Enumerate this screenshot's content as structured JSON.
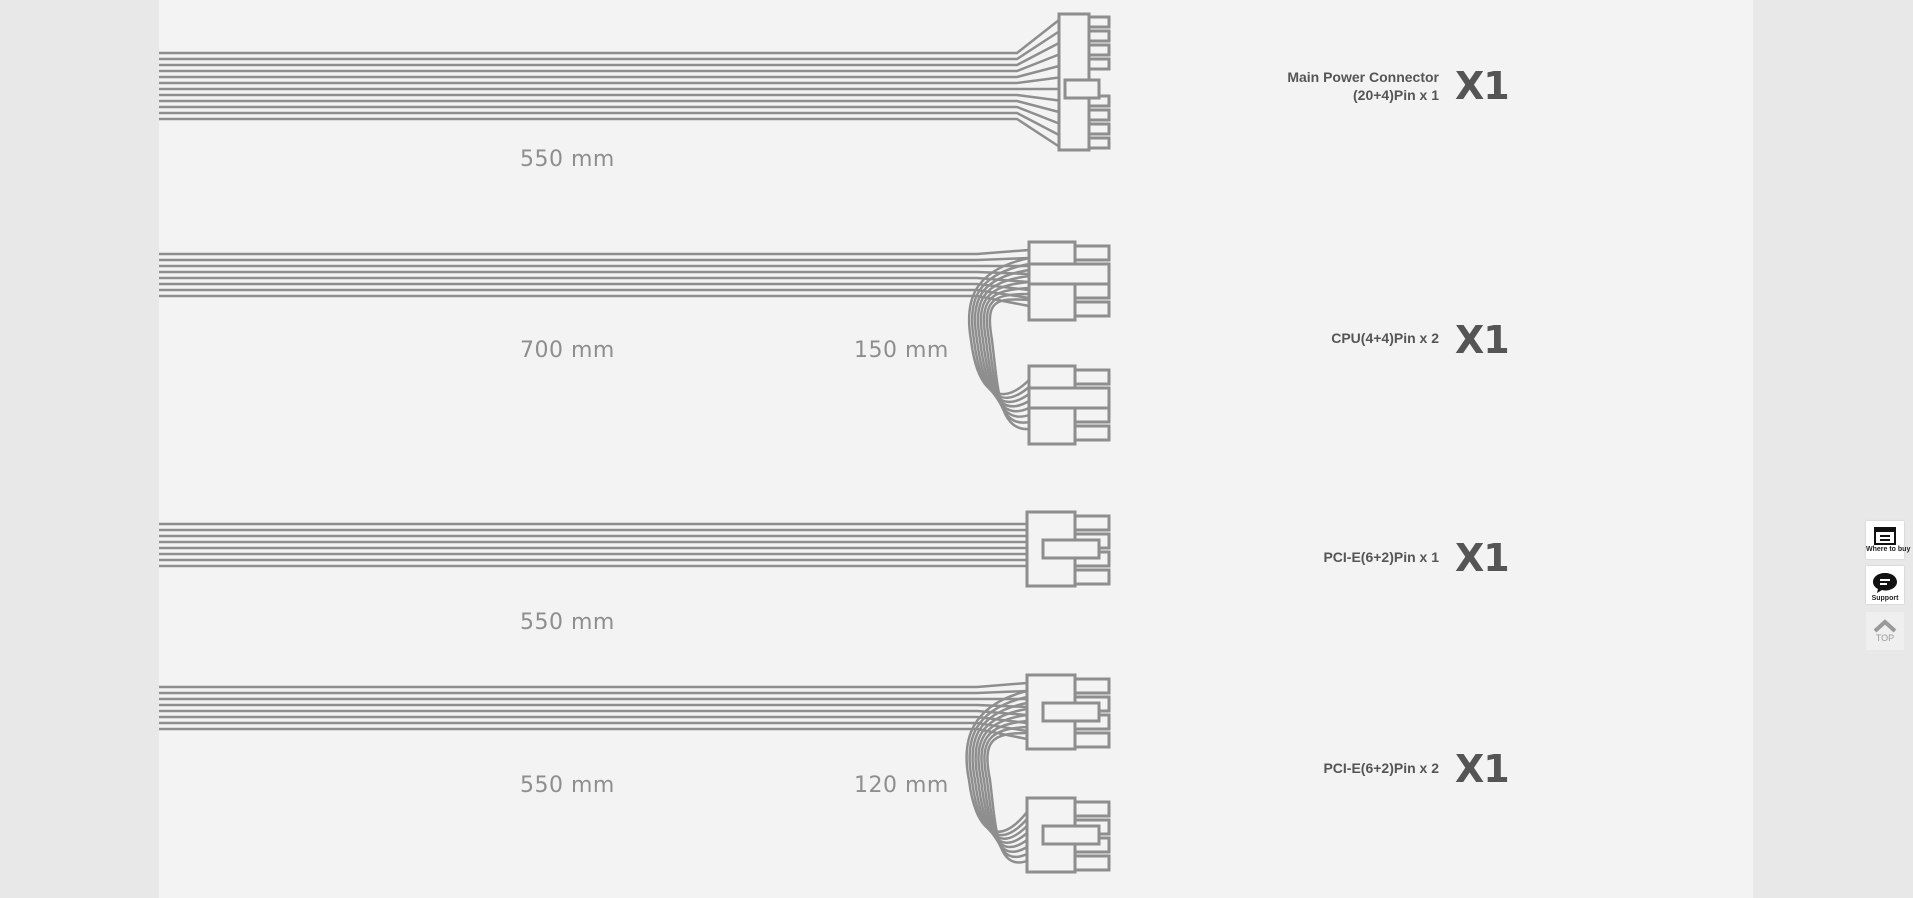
{
  "cables": [
    {
      "label_line1": "Main Power Connector",
      "label_line2": "(20+4)Pin x 1",
      "length_main": "550 mm",
      "quantity": "X1"
    },
    {
      "label_line1": "CPU(4+4)Pin x 2",
      "length_main": "700 mm",
      "length_extra": "150 mm",
      "quantity": "X1"
    },
    {
      "label_line1": "PCI-E(6+2)Pin x 1",
      "length_main": "550 mm",
      "quantity": "X1"
    },
    {
      "label_line1": "PCI-E(6+2)Pin x 2",
      "length_main": "550 mm",
      "length_extra": "120 mm",
      "quantity": "X1"
    }
  ],
  "floating": {
    "where_to_buy": "Where to buy",
    "support": "Support",
    "top": "TOP"
  },
  "colors": {
    "page_bg": "#e8e8e8",
    "panel_bg": "#f3f3f3",
    "cable": "#8e8e8e",
    "text": "#555555"
  }
}
